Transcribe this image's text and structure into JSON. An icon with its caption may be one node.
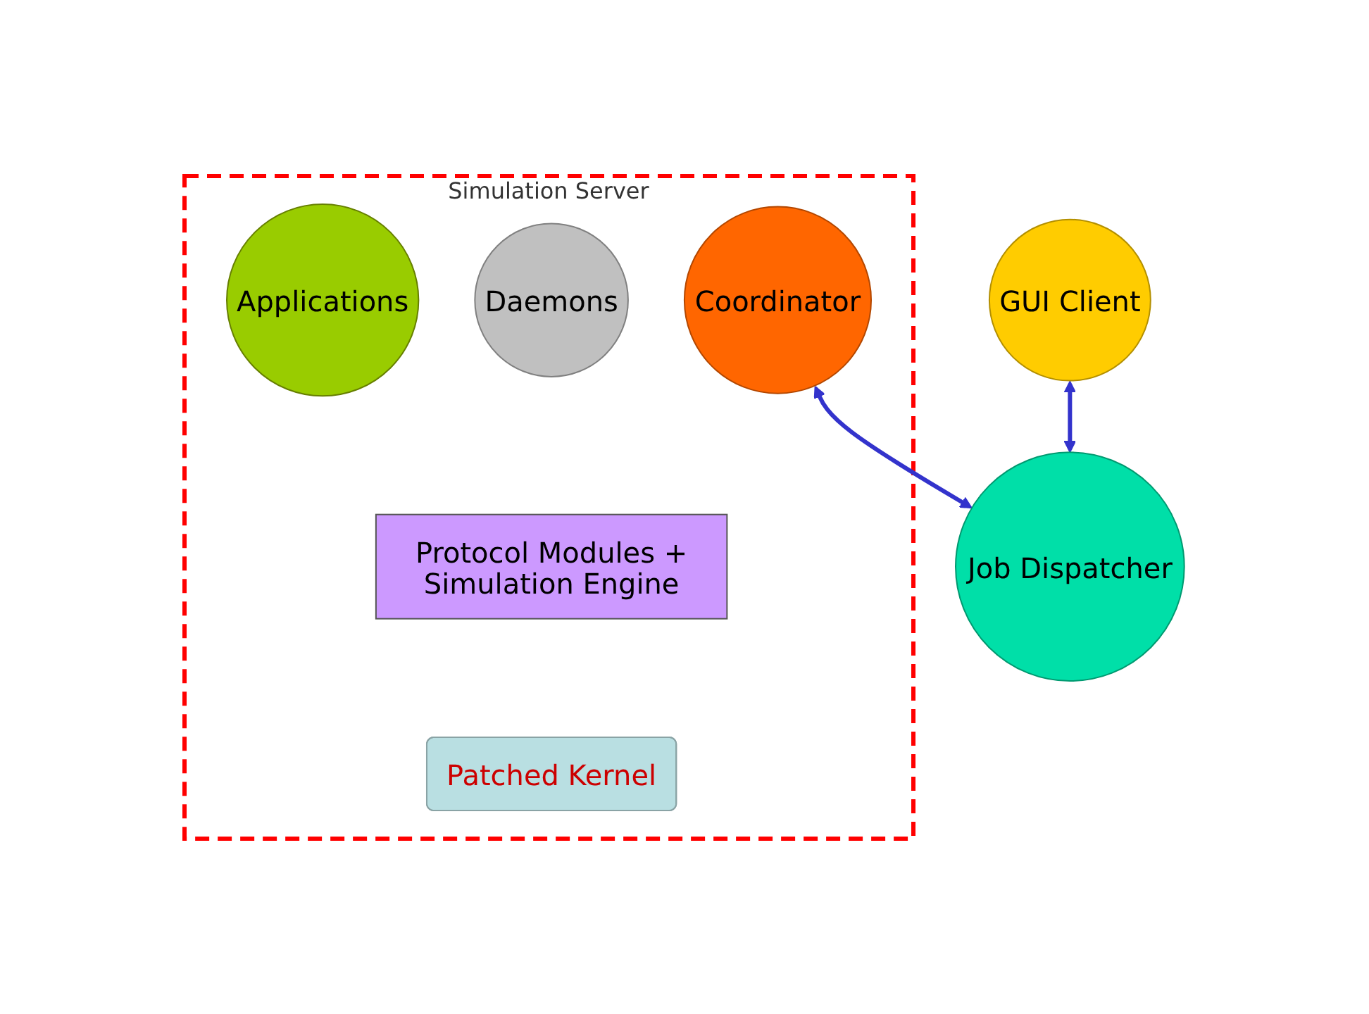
{
  "diagram": {
    "nodes": [
      {
        "text": [
          "Simulation Server"
        ]
      },
      {
        "text": [
          "Applications"
        ],
        "in": 0
      },
      {
        "text": [
          "Daemons"
        ],
        "in": 0
      },
      {
        "text": [
          "Coordinator"
        ],
        "in": 0
      },
      {
        "text": [
          "Protocol Modules + Simulation Engine"
        ],
        "in": 0
      },
      {
        "text": [
          "Patched Kernel"
        ],
        "in": 0
      },
      {
        "text": [
          "Job Dispatcher"
        ]
      },
      {
        "text": [
          "GUI Client"
        ]
      }
    ],
    "edges": [
      {
        "from": 3,
        "to": 6,
        "arrow": "both",
        "color": "#3333cc"
      },
      {
        "from": 7,
        "to": 6,
        "arrow": "both",
        "color": "#3333cc"
      }
    ]
  }
}
